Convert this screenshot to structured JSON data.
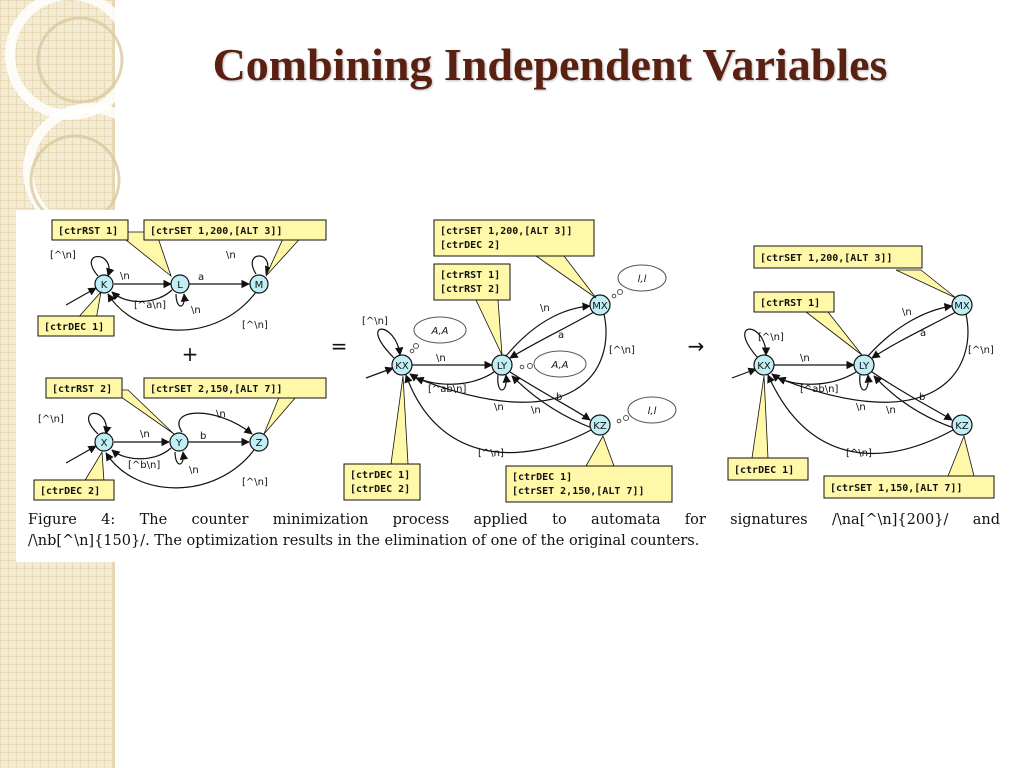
{
  "slide": {
    "title": "Combining Independent Variables"
  },
  "figure": {
    "caption_line1": "Figure 4: The counter minimization process applied to automata for signatures /\\na[^\\n]{200}/ and",
    "caption_line2": "/\\nb[^\\n]{150}/. The optimization results in the elimination of one of the original counters.",
    "operators": {
      "plus": "+",
      "equals": "=",
      "arrow": "→"
    },
    "callouts": {
      "a_rst": "[ctrRST 1]",
      "a_set": "[ctrSET 1,200,[ALT 3]]",
      "a_dec": "[ctrDEC 1]",
      "b_rst": "[ctrRST 2]",
      "b_set": "[ctrSET 2,150,[ALT 7]]",
      "b_dec": "[ctrDEC 2]",
      "c_set1": "[ctrSET 1,200,[ALT 3]]",
      "c_set2": "[ctrDEC 2]",
      "c_rst1": "[ctrRST 1]",
      "c_rst2": "[ctrRST 2]",
      "c_dec1": "[ctrDEC 1]",
      "c_dec2": "[ctrDEC 2]",
      "c_kz1": "[ctrDEC 1]",
      "c_kz2": "[ctrSET 2,150,[ALT 7]]",
      "d_set": "[ctrSET 1,200,[ALT 3]]",
      "d_rst": "[ctrRST 1]",
      "d_dec": "[ctrDEC 1]",
      "d_kz": "[ctrSET 1,150,[ALT 7]]"
    },
    "nodes": {
      "K": "K",
      "L": "L",
      "M": "M",
      "X": "X",
      "Y": "Y",
      "Z": "Z",
      "KX": "KX",
      "LY": "LY",
      "MX": "MX",
      "KZ": "KZ"
    },
    "edge_labels": {
      "any_n": "[^\\n]",
      "n": "\\n",
      "a": "a",
      "b": "b",
      "not_a_n": "[^a\\n]",
      "not_b_n": "[^b\\n]",
      "not_ab_n": "[^ab\\n]"
    },
    "clouds": {
      "aa": "A,A",
      "ll": "l,l"
    }
  }
}
